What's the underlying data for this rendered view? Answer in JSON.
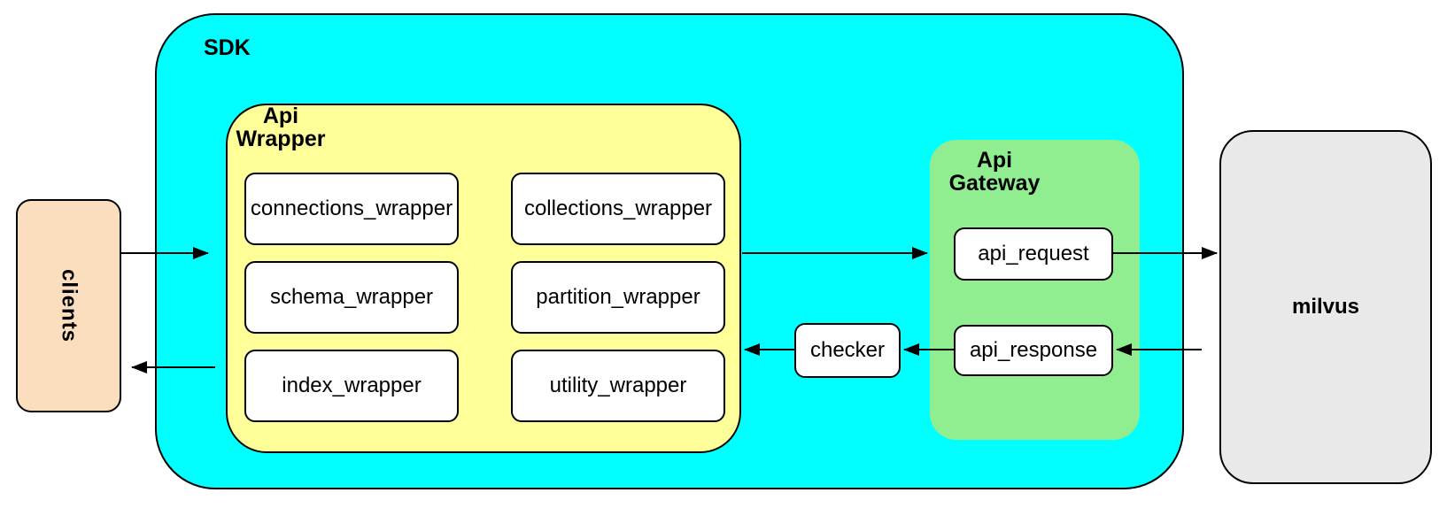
{
  "diagram": {
    "sdk": {
      "label": "SDK"
    },
    "clients": {
      "label": "clients"
    },
    "milvus": {
      "label": "milvus"
    },
    "api_wrapper": {
      "label_line1": "Api",
      "label_line2": "Wrapper",
      "items": [
        {
          "label": "connections_wrapper"
        },
        {
          "label": "collections_wrapper"
        },
        {
          "label": "schema_wrapper"
        },
        {
          "label": "partition_wrapper"
        },
        {
          "label": "index_wrapper"
        },
        {
          "label": "utility_wrapper"
        }
      ]
    },
    "api_gateway": {
      "label_line1": "Api",
      "label_line2": "Gateway",
      "items": [
        {
          "label": "api_request"
        },
        {
          "label": "api_response"
        }
      ]
    },
    "checker": {
      "label": "checker"
    },
    "colors": {
      "sdk_fill": "#00FFFF",
      "api_wrapper_fill": "#FFFF99",
      "api_gateway_fill": "#90EE90",
      "clients_fill": "#FADEBE",
      "milvus_fill": "#E9E9E9",
      "node_fill": "#FFFFFF",
      "border": "#000000"
    },
    "edges": [
      {
        "from": "clients",
        "to": "sdk"
      },
      {
        "from": "api_wrapper",
        "to": "api_gateway"
      },
      {
        "from": "api_request",
        "to": "milvus"
      },
      {
        "from": "milvus",
        "to": "api_response"
      },
      {
        "from": "api_response",
        "to": "checker"
      },
      {
        "from": "checker",
        "to": "api_wrapper"
      },
      {
        "from": "api_wrapper",
        "to": "clients"
      }
    ]
  }
}
